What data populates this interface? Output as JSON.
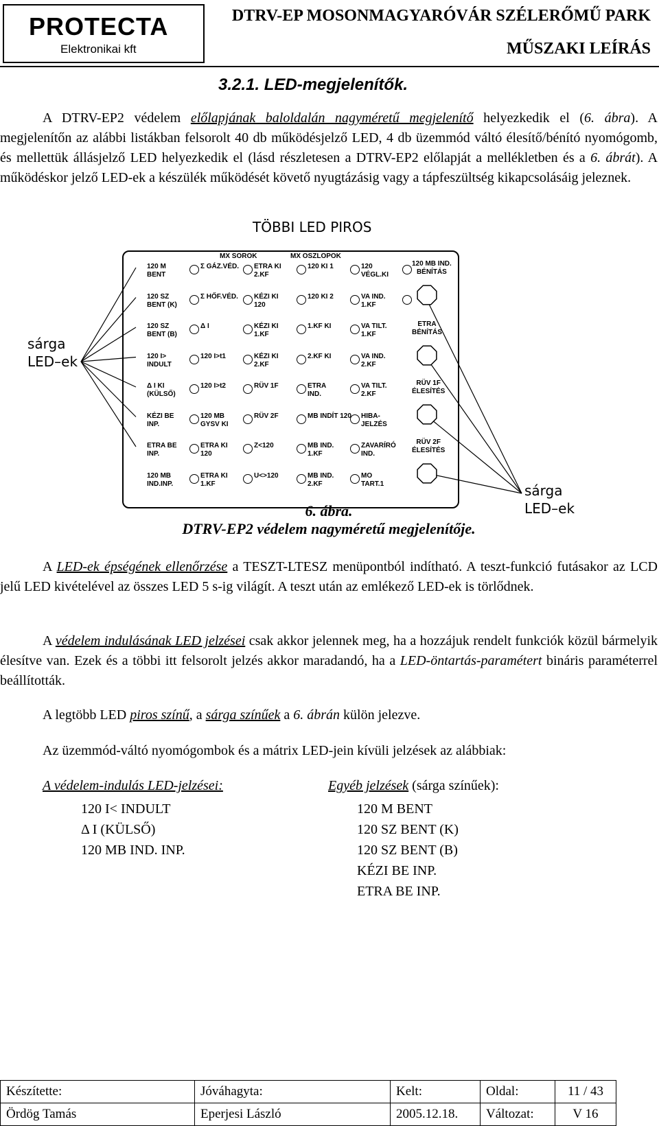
{
  "header": {
    "logo_main": "PROTECTA",
    "logo_sub": "Elektronikai kft",
    "title": "DTRV-EP  MOSONMAGYARÓVÁR SZÉLERŐMŰ PARK",
    "subtitle": "MŰSZAKI LEÍRÁS"
  },
  "section_title": "3.2.1. LED-megjelenítők.",
  "para1": {
    "t1": "A DTRV-EP2 védelem ",
    "u1": "előlapjának baloldalán nagyméretű megjelenítő",
    "t2": " helyezkedik el (",
    "i1": "6. ábra",
    "t3": "). A megjelenítőn az alábbi listákban felsorolt 40 db működésjelző LED, 4 db üzemmód váltó élesítő/bénító nyomógomb, és mellettük állásjelző LED helyezkedik el (lásd részletesen a DTRV-EP2 előlapját a mellékletben és a ",
    "i2": "6. ábrát",
    "t4": "). A működéskor jelző LED-ek a készülék működését követő nyugtázásig vagy a tápfeszültség kikapcsolásáig jeleznek."
  },
  "figure": {
    "label_top": "TÖBBI LED PIROS",
    "label_left": [
      "sárga",
      "LED–ek"
    ],
    "label_right": [
      "sárga",
      "LED–ek"
    ],
    "col_head_sorok": "MX SOROK",
    "col_head_oszlopok": "MX OSZLOPOK",
    "col0": [
      "120 M|BENT",
      "120 SZ|BENT (K)",
      "120 SZ|BENT (B)",
      "120 I>|INDULT",
      "Δ I KI|(KÜLSŐ)",
      "KÉZI BE|INP.",
      "ETRA BE|INP.",
      "120 MB|IND.INP."
    ],
    "col1": [
      "Σ GÁZ.VÉD.",
      "Σ HŐF.VÉD.",
      "Δ I",
      "120 I>t1",
      "120 I>t2",
      "120 MB|GYSV KI",
      "ETRA KI|120",
      "ETRA KI|1.KF"
    ],
    "col2": [
      "ETRA KI|2.KF",
      "KÉZI KI|120",
      "KÉZI KI|1.KF",
      "KÉZI KI|2.KF",
      "RÜV 1F",
      "RÜV 2F",
      "Z<120",
      "U<>120"
    ],
    "col3": [
      "120 KI 1",
      "120 KI 2",
      "1.KF KI",
      "2.KF KI",
      "ETRA|IND.",
      "MB INDÍT 120",
      "MB IND.|1.KF",
      "MB IND.|2.KF"
    ],
    "col4": [
      "120|VÉGL.KI",
      "VA IND.|1.KF",
      "VA TILT.|1.KF",
      "VA IND.|2.KF",
      "VA TILT.|2.KF",
      "HIBA-|JELZÉS",
      "ZAVARÍRÓ|IND.",
      "MO|TART.1"
    ],
    "buttons": [
      "120 MB IND.|BÉNÍTÁS",
      "ETRA|BÉNÍTÁS",
      "RÜV 1F|ÉLESÍTÉS",
      "RÜV 2F|ÉLESÍTÉS"
    ],
    "caption_num": "6. ábra.",
    "caption_title": "DTRV-EP2 védelem nagyméretű megjelenítője."
  },
  "para2": {
    "t1": "A ",
    "u1": "LED-ek épségének ellenőrzése",
    "t2": " a TESZT-LTESZ menüpontból indítható. A teszt-funkció futásakor az LCD jelű LED kivételével az összes LED 5 s-ig világít. A teszt után az emlékező LED-ek is törlődnek."
  },
  "para3": {
    "t1": "A ",
    "u1": "védelem indulásának LED jelzései",
    "t2": " csak akkor jelennek meg, ha a hozzájuk rendelt funkciók közül bármelyik élesítve van. Ezek és a többi itt felsorolt jelzés akkor maradandó, ha a ",
    "i1": "LED-öntartás-paramétert",
    "t3": " bináris paraméterrel beállították."
  },
  "para4": {
    "t1": "A legtöbb LED ",
    "u1": "piros színű",
    "t2": ", a ",
    "u2": "sárga színűek",
    "t3": " a ",
    "i1": "6. ábrán",
    "t4": " külön jelezve."
  },
  "para5": "Az üzemmód-váltó nyomógombok és a mátrix LED-jein kívüli jelzések az alábbiak:",
  "list_left": {
    "title": "A védelem-indulás LED-jelzései:",
    "items": [
      "120 I< INDULT",
      "Δ I (KÜLSŐ)",
      "120 MB IND. INP."
    ]
  },
  "list_right": {
    "title_u": "Egyéb jelzések",
    "title_rest": " (sárga színűek):",
    "items": [
      "120 M BENT",
      "120 SZ BENT (K)",
      "120 SZ BENT (B)",
      "KÉZI BE INP.",
      "ETRA BE INP."
    ]
  },
  "footer": {
    "made_label": "Készítette:",
    "made_value": "Ördög Tamás",
    "approved_label": "Jóváhagyta:",
    "approved_value": "Eperjesi László",
    "date_label": "Kelt:",
    "date_value": "2005.12.18.",
    "page_label": "Oldal:",
    "page_value": "11 / 43",
    "version_label": "Változat:",
    "version_value": "V 16"
  }
}
